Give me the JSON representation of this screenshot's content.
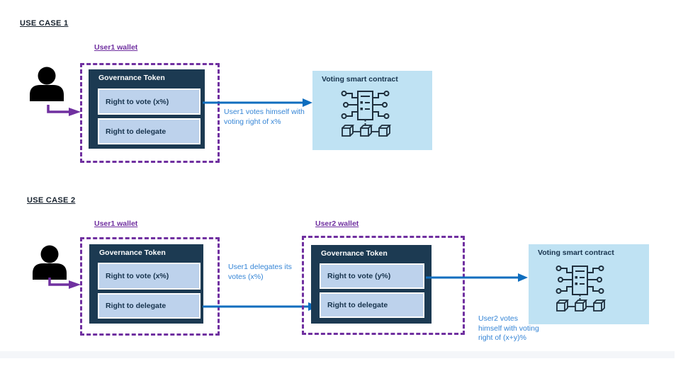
{
  "colors": {
    "purple_accent": "#7030a0",
    "arrow_blue": "#0e6dbe",
    "label_blue": "#3585d6",
    "token_dark_navy": "#1c3a52",
    "token_row_blue": "#bdd2ec",
    "contract_light_blue": "#bfe2f3",
    "heading_dark": "#17222e",
    "scrollbar_track": "#f4f6f9"
  },
  "icons": {
    "person": "person-icon",
    "smart_contract": "smart-contract-icon"
  },
  "use_case_1": {
    "heading": "USE CASE 1",
    "wallet1": {
      "label": "User1 wallet",
      "token_title": "Governance Token",
      "rows": [
        "Right to vote (x%)",
        "Right to delegate"
      ]
    },
    "vote_arrow": {
      "lines": [
        "User1 votes himself with",
        "voting right of x%"
      ]
    },
    "contract": {
      "title": "Voting smart contract"
    }
  },
  "use_case_2": {
    "heading": "USE CASE 2",
    "wallet1": {
      "label": "User1 wallet",
      "token_title": "Governance Token",
      "rows": [
        "Right to vote (x%)",
        "Right to delegate"
      ]
    },
    "wallet2": {
      "label": "User2 wallet",
      "token_title": "Governance Token",
      "rows": [
        "Right to vote (y%)",
        "Right to delegate"
      ]
    },
    "delegate_arrow": {
      "lines": [
        "User1 delegates its",
        "votes (x%)"
      ]
    },
    "vote_arrow": {
      "lines": [
        "User2 votes",
        "himself with voting",
        "right of (x+y)%"
      ]
    },
    "contract": {
      "title": "Voting smart contract"
    }
  }
}
